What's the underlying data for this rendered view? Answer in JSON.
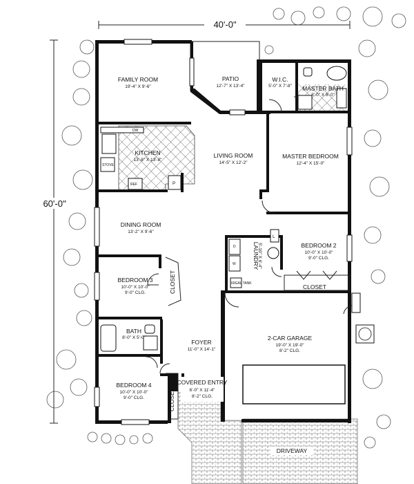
{
  "dimensions": {
    "width": "40'-0\"",
    "depth": "60'-0\""
  },
  "rooms": {
    "family_room": {
      "name": "FAMILY ROOM",
      "size": "19'-4\" X 9'-6\""
    },
    "patio": {
      "name": "PATIO",
      "size": "12'-7\" X 13'-4\""
    },
    "wic": {
      "name": "W.I.C.",
      "size": "5'-0\" X 7'-8\""
    },
    "master_bath": {
      "name": "MASTER BATH",
      "size": "8'-0\" X 8'-0\""
    },
    "kitchen": {
      "name": "KITCHEN",
      "size": "13'-8\" X 13'-8\""
    },
    "living_room": {
      "name": "LIVING ROOM",
      "size": "14'-5\" X 12'-2\""
    },
    "master_bedroom": {
      "name": "MASTER BEDROOM",
      "size": "12'-4\" X 15'-0\""
    },
    "dining_room": {
      "name": "DINING ROOM",
      "size": "13'-2\" X 9'-6\""
    },
    "bedroom2": {
      "name": "BEDROOM 2",
      "size": "10'-0\" X 10'-0\"",
      "ceiling": "9'-0\" CLG."
    },
    "laundry": {
      "name": "LAUNDRY",
      "size": "5'-10\" X 6'-4\""
    },
    "closet_bed2": {
      "name": "CLOSET"
    },
    "bedroom3": {
      "name": "BEDROOM 3",
      "size": "10'-0\" X 10'-0\"",
      "ceiling": "9'-0\" CLG."
    },
    "closet_bed3": {
      "name": "CLOSET"
    },
    "bath": {
      "name": "BATH",
      "size": "8'-0\" X 5'-0\""
    },
    "foyer": {
      "name": "FOYER",
      "size": "11'-0\" X 14'-1\""
    },
    "garage": {
      "name": "2-CAR GARAGE",
      "size": "19'-0\" X 19'-0\"",
      "ceiling": "8'-2\" CLG."
    },
    "bedroom4": {
      "name": "BEDROOM 4",
      "size": "10'-0\" X 10'-0\"",
      "ceiling": "9'-0\" CLG."
    },
    "closet_bed4": {
      "name": "CLOSET"
    },
    "covered_entry": {
      "name": "COVERED ENTRY",
      "size": "6'-0\" X 11'-4\"",
      "ceiling": "8'-2\" CLG."
    },
    "driveway": {
      "name": "DRIVEWAY"
    }
  },
  "fixtures": {
    "dw": "DW",
    "stove": "STOVE",
    "ref": "REF",
    "pantry": "P",
    "washer": "W",
    "dryer": "D",
    "water_heater": "60GAL TANK",
    "linen": "L"
  }
}
